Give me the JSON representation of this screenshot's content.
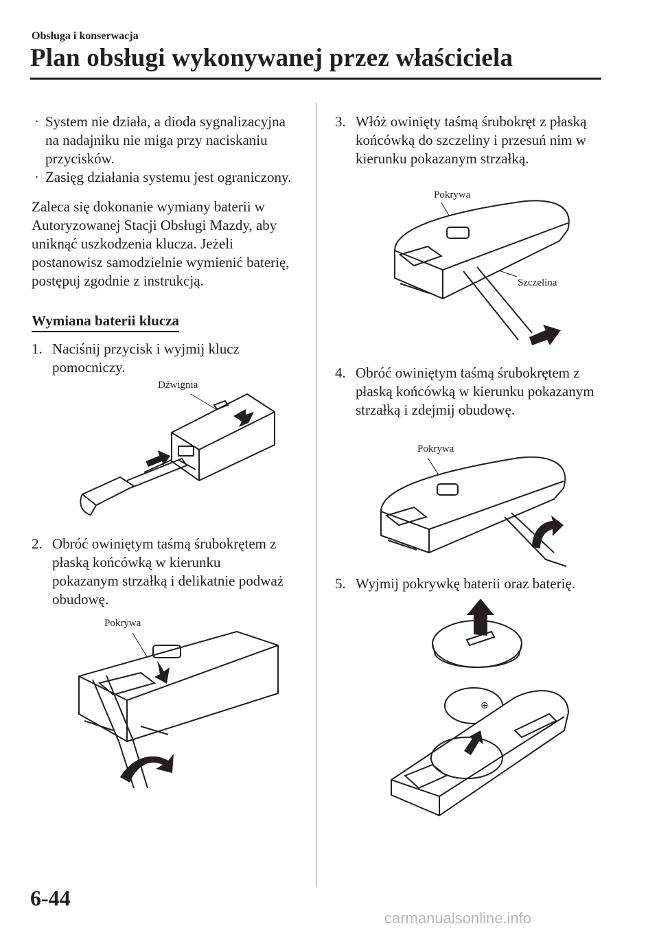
{
  "header": {
    "section": "Obsługa i konserwacja",
    "title": "Plan obsługi wykonywanej przez właściciela"
  },
  "left": {
    "bullets": [
      "System nie działa, a dioda sygnalizacyjna na nadajniku nie miga przy naciskaniu przycisków.",
      "Zasięg działania systemu jest ograniczony."
    ],
    "paragraph": "Zaleca się dokonanie wymiany baterii w Autoryzowanej Stacji Obsługi Mazdy, aby uniknąć uszkodzenia klucza. Jeżeli postanowisz samodzielnie wymienić baterię, postępuj zgodnie z instrukcją.",
    "subheading": "Wymiana baterii klucza",
    "step1": {
      "num": "1.",
      "text": "Naciśnij przycisk i wyjmij klucz pomocniczy.",
      "label": "Dźwignia"
    },
    "step2": {
      "num": "2.",
      "text": "Obróć owiniętym taśmą śrubokrętem z płaską końcówką w kierunku pokazanym strzałką i delikatnie podważ obudowę.",
      "label": "Pokrywa"
    }
  },
  "right": {
    "step3": {
      "num": "3.",
      "text": "Włóż owinięty taśmą śrubokręt z płaską końcówką do szczeliny i przesuń nim w kierunku pokazanym strzałką.",
      "label1": "Pokrywa",
      "label2": "Szczelina"
    },
    "step4": {
      "num": "4.",
      "text": "Obróć owiniętym taśmą śrubokrętem z płaską końcówką w kierunku pokazanym strzałką i zdejmij obudowę.",
      "label": "Pokrywa"
    },
    "step5": {
      "num": "5.",
      "text": "Wyjmij pokrywkę baterii oraz baterię."
    }
  },
  "footer": {
    "page_number": "6-44",
    "watermark": "carmanualsonline.info"
  }
}
